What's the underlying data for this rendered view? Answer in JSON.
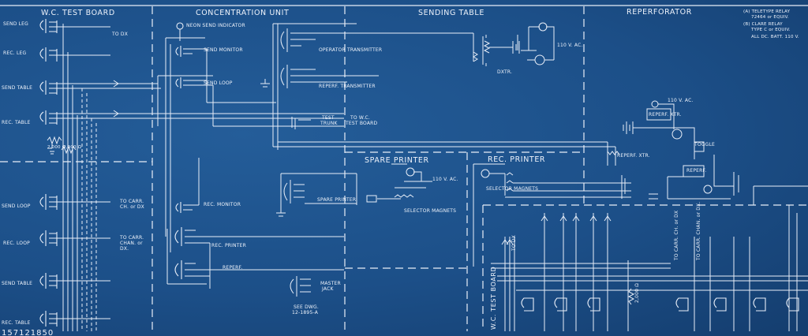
{
  "sections": {
    "wc_test_board": "W.C. TEST BOARD",
    "concentration_unit": "CONCENTRATION UNIT",
    "sending_table": "SENDING TABLE",
    "reperforator": "REPERFORATOR",
    "spare_printer": "SPARE PRINTER",
    "rec_printer": "REC. PRINTER"
  },
  "notes": {
    "a": "(A) TELETYPE RELAY",
    "a2": "72464 or EQUIV.",
    "b": "(B) CLARE RELAY",
    "b2": "TYPE C or EQUIV.",
    "c": "ALL DC. BATT. 110 V."
  },
  "labels": {
    "send_leg": "SEND LEG",
    "rec_leg": "REC. LEG",
    "send_table": "SEND TABLE",
    "rec_table": "REC. TABLE",
    "send_loop": "SEND LOOP",
    "rec_loop": "REC. LOOP",
    "send_table2": "SEND TABLE",
    "rec_table2": "REC. TABLE",
    "to_dx": "TO DX",
    "r2000a": "2,000 Ω",
    "r2000b": "2,000 Ω",
    "to_carr1": "TO CARR.",
    "to_carr1b": "CH. or DX",
    "to_carr2": "TO CARR.",
    "to_carr2b": "CHAN. or",
    "to_carr2c": "DX.",
    "neon": "NEON SEND INDICATOR",
    "send_monitor": "SEND MONITOR",
    "send_loop_cu": "SEND LOOP",
    "rec_monitor": "REC. MONITOR",
    "rec_printer_cu": "REC. PRINTER",
    "reperf": "REPERF.",
    "operator_transmitter": "OPERATOR TRANSMITTER",
    "reperf_transmitter": "REPERF. TRANSMITTER",
    "test_trunk_1": "TEST",
    "test_trunk_2": "TRUNK",
    "to_wc_1": "TO W.C.",
    "to_wc_2": "TEST BOARD",
    "dxtr": "DXTR.",
    "v110ac": "110 V. AC.",
    "spare_printer_label": "SPARE PRINTER",
    "selector_magnets": "SELECTOR MAGNETS",
    "v110ac_spare": "110 V. AC.",
    "selector_magnets_rec": "SELECTOR MAGNETS",
    "master_jack_1": "MASTER",
    "master_jack_2": "JACK",
    "see_dwg_1": "SEE DWG.",
    "see_dwg_2": "12-1895-A",
    "v110ac_reperf": "110 V. AC.",
    "reperf_xtr": "REPERF. XTR.",
    "reperf_xtr2": "REPERF. XTR.",
    "toggle": "TOGGLE",
    "reperf_box": "REPERF.",
    "wc_test_board_vert": "W.C. TEST BOARD",
    "to_dx_vert": "TO DX",
    "to_carr_vert1": "TO CARR. CH. or DX",
    "to_carr_vert2": "TO CARR. CHAN. or DX.",
    "r2000_vert": "2,000 Ω",
    "footer_id": "157121850"
  },
  "colors": {
    "background": "#1c4f88",
    "ink": "#eef3fb"
  }
}
